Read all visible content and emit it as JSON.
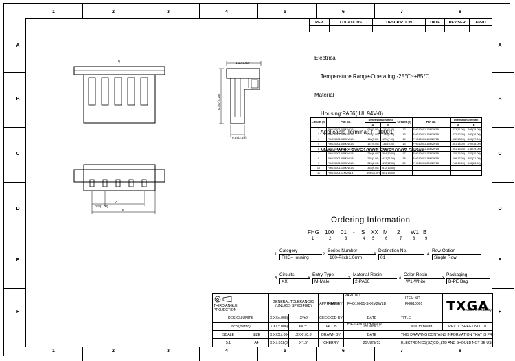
{
  "zones": {
    "columns": [
      "1",
      "2",
      "3",
      "4",
      "5",
      "6",
      "7",
      "8"
    ],
    "rows": [
      "A",
      "B",
      "C",
      "D",
      "E",
      "F"
    ]
  },
  "revision_table": {
    "headers": [
      "REV",
      "LOCATIONS",
      "DESCRIPTION",
      "DATE",
      "REVISER",
      "APPD"
    ]
  },
  "specs": {
    "lines": [
      "Electrical",
      "    Temperature Range-Operating:-25℃~+85℃",
      "Material",
      "    Housing:PA66( UL 94V-0)",
      "    Applicable Terminal: FT10001",
      "    Mates With: FWF10001,FWF10002 Series"
    ]
  },
  "drawing_labels": {
    "side_width": "1.10(2.80)",
    "side_height": "0.167(4.25)",
    "side_bottom": "0.94(2.39)",
    "bottom_pitch": ".039(1.00)",
    "dim_a": "A",
    "dim_b": "B"
  },
  "dimension_table": {
    "col_circuits": "Circuits (n)",
    "col_part": "Part No.",
    "col_dims": "Dimensions(in/mm)",
    "col_a": "A",
    "col_b": "B",
    "left_rows": [
      [
        "2",
        "FHG10001-02M2W1B",
        ".039(1.00)",
        ".197(5.00)"
      ],
      [
        "3",
        "FHG10001-03M2W1B",
        ".079(2.00)",
        ".236(6.00)"
      ],
      [
        "4",
        "FHG10001-04M2W1B",
        ".118(3.00)",
        ".276(7.00)"
      ],
      [
        "5",
        "FHG10001-05M2W1B",
        ".157(4.00)",
        ".315(8.00)"
      ],
      [
        "6",
        "FHG10001-06M2W1B",
        ".197(5.00)",
        ".354(9.00)"
      ],
      [
        "7",
        "FHG10001-07M2W1B",
        ".236(6.00)",
        ".394(10.00)"
      ],
      [
        "8",
        "FHG10001-08M2W1B",
        ".276(7.00)",
        ".433(11.00)"
      ],
      [
        "9",
        "FHG10001-09M2W1B",
        ".315(8.00)",
        ".472(12.00)"
      ],
      [
        "10",
        "FHG10001-10M2W1B",
        ".354(9.00)",
        ".512(13.00)"
      ],
      [
        "11",
        "FHG10001-11M2W1B",
        ".394(10.00)",
        ".551(14.00)"
      ]
    ],
    "right_rows": [
      [
        "12",
        "FHG10001-12M2W1B",
        ".433(11.00)",
        ".591(15.00)"
      ],
      [
        "13",
        "FHG10001-13M2W1B",
        ".472(12.00)",
        ".630(16.00)"
      ],
      [
        "14",
        "FHG10001-14M2W1B",
        ".512(13.00)",
        ".669(17.00)"
      ],
      [
        "15",
        "FHG10001-15M2W1B",
        ".551(14.00)",
        ".709(18.00)"
      ],
      [
        "16",
        "FHG10001-16M2W1B",
        ".591(15.00)",
        ".748(19.00)"
      ],
      [
        "17",
        "FHG10001-17M2W1B",
        ".630(16.00)",
        ".787(20.00)"
      ],
      [
        "18",
        "FHG10001-18M2W1B",
        ".669(17.00)",
        ".827(21.00)"
      ],
      [
        "20",
        "FHG10001-20M2W1B",
        ".748(19.00)",
        ".906(23.00)"
      ]
    ]
  },
  "ordering": {
    "title": "Ordering Information",
    "code": [
      "FHG",
      "100",
      "01",
      "-",
      "S",
      "XX",
      "M",
      "2",
      "W1",
      "B"
    ],
    "code_numbers": [
      "1",
      "2",
      "3",
      "4",
      "5",
      "6",
      "7",
      "8",
      "9"
    ],
    "boxes": [
      {
        "num": "1",
        "title": "Category",
        "value": "FHG-Housing"
      },
      {
        "num": "2",
        "title": "Series Number",
        "value": "100-Pitch1.0mm"
      },
      {
        "num": "3",
        "title": "Distinction No.",
        "value": "01"
      },
      {
        "num": "4",
        "title": "Row Option",
        "value": "Single Row"
      },
      {
        "num": "5",
        "title": "Circuits",
        "value": "XX"
      },
      {
        "num": "6",
        "title": "Entry Type",
        "value": "M-Male"
      },
      {
        "num": "7",
        "title": "Material-Resin",
        "value": "2-PA66"
      },
      {
        "num": "8",
        "title": "Color-Resin",
        "value": "W1-White"
      },
      {
        "num": "9",
        "title": "Packaging",
        "value": "B-PE Bag"
      }
    ]
  },
  "title_block": {
    "third_angle": "THIRD ANGLE PROJECTION",
    "design_units_label": "DESIGN UNITS",
    "design_units_value": "inch (metric)",
    "scale_label": "SCALE",
    "scale_value": "5:1",
    "size_label": "SIZE",
    "size_value": "A4",
    "tolerances_title": "GENERAL TOLERANCES (UNLESS SPECIFIED)",
    "tol_rows": [
      [
        "X.X±.012(0.30)",
        "X°±5'"
      ],
      [
        "X.XX±.008(0.20)",
        ".X°±2'"
      ],
      [
        "X.XX±.006(0.15)",
        ".XX°±1'"
      ],
      [
        "X.XXX±.004(0.10)",
        ".XXX°±0.5'"
      ]
    ],
    "approve_by": "APPROVE BY",
    "approve_name": "FRANK",
    "checked_by": "CHECKED BY",
    "checked_name": "JACOB",
    "drawn_by": "DRAWN BY",
    "drawn_name": "CHERRY",
    "date_label": "DATE",
    "date_value": "25/JUN/'13",
    "part_no_label": "PART NO.",
    "part_no_value": "FHG10001-SXXM2W1B",
    "item_no_label": "ITEM NO.",
    "item_no_value": "FHG10001",
    "title_label": "TITLE",
    "title_line1": "Wire to Board",
    "title_line2": "Pitch 1.0mm(Housing)",
    "rev_label": "REV 0",
    "sheet_label": "SHEET NO. 1/1",
    "logo": "TXGA",
    "tagline": "Leader Of Industry",
    "proprietary_line1": "THIS DRAWING CONTAINS INFORMATION THAT IS PROPRIETARY TO TXGA INDUSTRIAL",
    "proprietary_line2": "ELECTRONICS(SZ)CO.,LTD AND SHOULD NOT BE USED WITHOUT WRITTEN PERMISSION"
  }
}
